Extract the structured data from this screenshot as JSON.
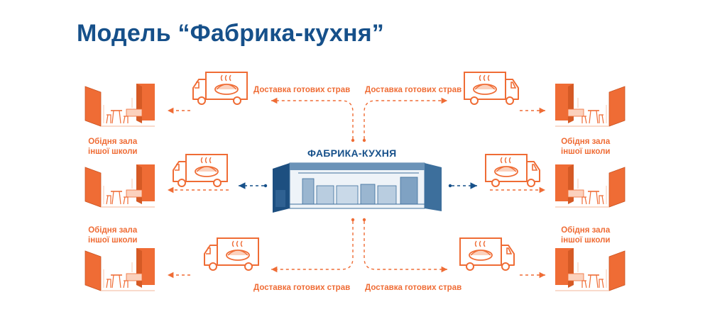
{
  "title": "Модель “Фабрика-кухня”",
  "factory_label": "ФАБРИКА-КУХНЯ",
  "delivery": {
    "top_left": "Доставка готових страв",
    "top_right": "Доставка готових страв",
    "bottom_left": "Доставка готових страв",
    "bottom_right": "Доставка готових страв"
  },
  "dining": {
    "left_1": {
      "line1": "Обідня зала",
      "line2": "іншої школи"
    },
    "left_2": {
      "line1": "Обідня зала",
      "line2": "іншої школи"
    },
    "right_1": {
      "line1": "Обідня зала",
      "line2": "іншої школи"
    },
    "right_2": {
      "line1": "Обідня зала",
      "line2": "іншої школи"
    }
  },
  "colors": {
    "accent": "#ef6c35",
    "brand": "#16508a",
    "factory_fill": "#3d6f9c"
  }
}
